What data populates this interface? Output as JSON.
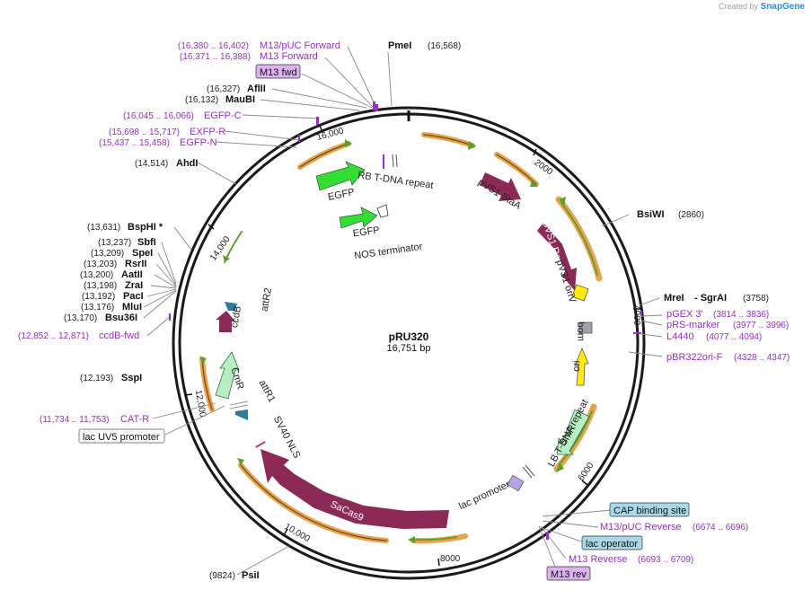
{
  "brand": {
    "created_by": "Created by",
    "name": "SnapGene"
  },
  "plasmid": {
    "name": "pRU320",
    "length": "16,751 bp"
  },
  "ticks": [
    "2000",
    "4000",
    "6000",
    "8000",
    "10,000",
    "12,000",
    "14,000",
    "16,000"
  ],
  "enzymes": [
    {
      "name": "PmeI",
      "pos": "(16,568)"
    },
    {
      "name": "AflII",
      "pos": "(16,327)"
    },
    {
      "name": "MauBI",
      "pos": "(16,132)"
    },
    {
      "name": "AhdI",
      "pos": "(14,514)"
    },
    {
      "name": "BspHI *",
      "pos": "(13,631)"
    },
    {
      "name": "SbfI",
      "pos": "(13,237)"
    },
    {
      "name": "SpeI",
      "pos": "(13,209)"
    },
    {
      "name": "RsrII",
      "pos": "(13,203)"
    },
    {
      "name": "AatII",
      "pos": "(13,200)"
    },
    {
      "name": "ZraI",
      "pos": "(13,198)"
    },
    {
      "name": "PacI",
      "pos": "(13,192)"
    },
    {
      "name": "MluI",
      "pos": "(13,176)"
    },
    {
      "name": "Bsu36I",
      "pos": "(13,170)"
    },
    {
      "name": "SspI",
      "pos": "(12,193)"
    },
    {
      "name": "PsiI",
      "pos": "(9824)"
    },
    {
      "name": "BsiWI",
      "pos": "(2860)"
    },
    {
      "name": "MreI",
      "pos": ""
    },
    {
      "name": "- SgrAI",
      "pos": "(3758)"
    }
  ],
  "primers": [
    {
      "name": "M13/pUC Forward",
      "pos": "(16,380 .. 16,402)"
    },
    {
      "name": "M13 Forward",
      "pos": "(16,371 .. 16,388)"
    },
    {
      "name": "EGFP-C",
      "pos": "(16,045 .. 16,066)"
    },
    {
      "name": "EXFP-R",
      "pos": "(15,698 .. 15,717)"
    },
    {
      "name": "EGFP-N",
      "pos": "(15,437 .. 15,458)"
    },
    {
      "name": "ccdB-fwd",
      "pos": "(12,852 .. 12,871)"
    },
    {
      "name": "CAT-R",
      "pos": "(11,734 .. 11,753)"
    },
    {
      "name": "pGEX 3'",
      "pos": "(3814 .. 3836)"
    },
    {
      "name": "pRS-marker",
      "pos": "(3977 .. 3996)"
    },
    {
      "name": "L4440",
      "pos": "(4077 .. 4094)"
    },
    {
      "name": "pBR322ori-F",
      "pos": "(4328 .. 4347)"
    },
    {
      "name": "M13/pUC Reverse",
      "pos": "(6674 .. 6696)"
    },
    {
      "name": "M13 Reverse",
      "pos": "(6693 .. 6709)"
    }
  ],
  "boxed_labels": {
    "m13_fwd": "M13 fwd",
    "lac_uv5": "lac UV5 promoter",
    "cap_site": "CAP binding site",
    "lac_operator": "lac operator",
    "m13_rev": "M13 rev"
  },
  "features": {
    "egfp1": "EGFP",
    "rb_tdna": "RB T-DNA repeat",
    "egfp2": "EGFP",
    "nos_term": "NOS terminator",
    "pvs1_staa": "pVS1 StaA",
    "pvs1_repa": "pVS1 RepA",
    "pvs1_oriv": "pVS1 oriV",
    "bom": "bom",
    "ori": "ori",
    "smr": "SmR",
    "lb_tdna": "LB T-DNA repeat",
    "lac_promoter": "lac promoter",
    "sacas9": "SaCas9",
    "sv40_nls": "SV40 NLS",
    "attr1": "attR1",
    "cmr": "CmR",
    "ccdb": "ccdB",
    "attr2": "attR2"
  },
  "colors": {
    "backbone": "#1a1a1a",
    "orange_orf": "#e8a24c",
    "green_arrow": "#5aa02c",
    "maroon": "#8b2a57",
    "egfp": "#33dd33",
    "cmr": "#b6f0c2",
    "ori": "#ffee00",
    "primer": "#9a2fc6",
    "teal": "#2e7d9a",
    "box_blue": "#a9d8e8",
    "box_purple": "#dcb3ef"
  }
}
